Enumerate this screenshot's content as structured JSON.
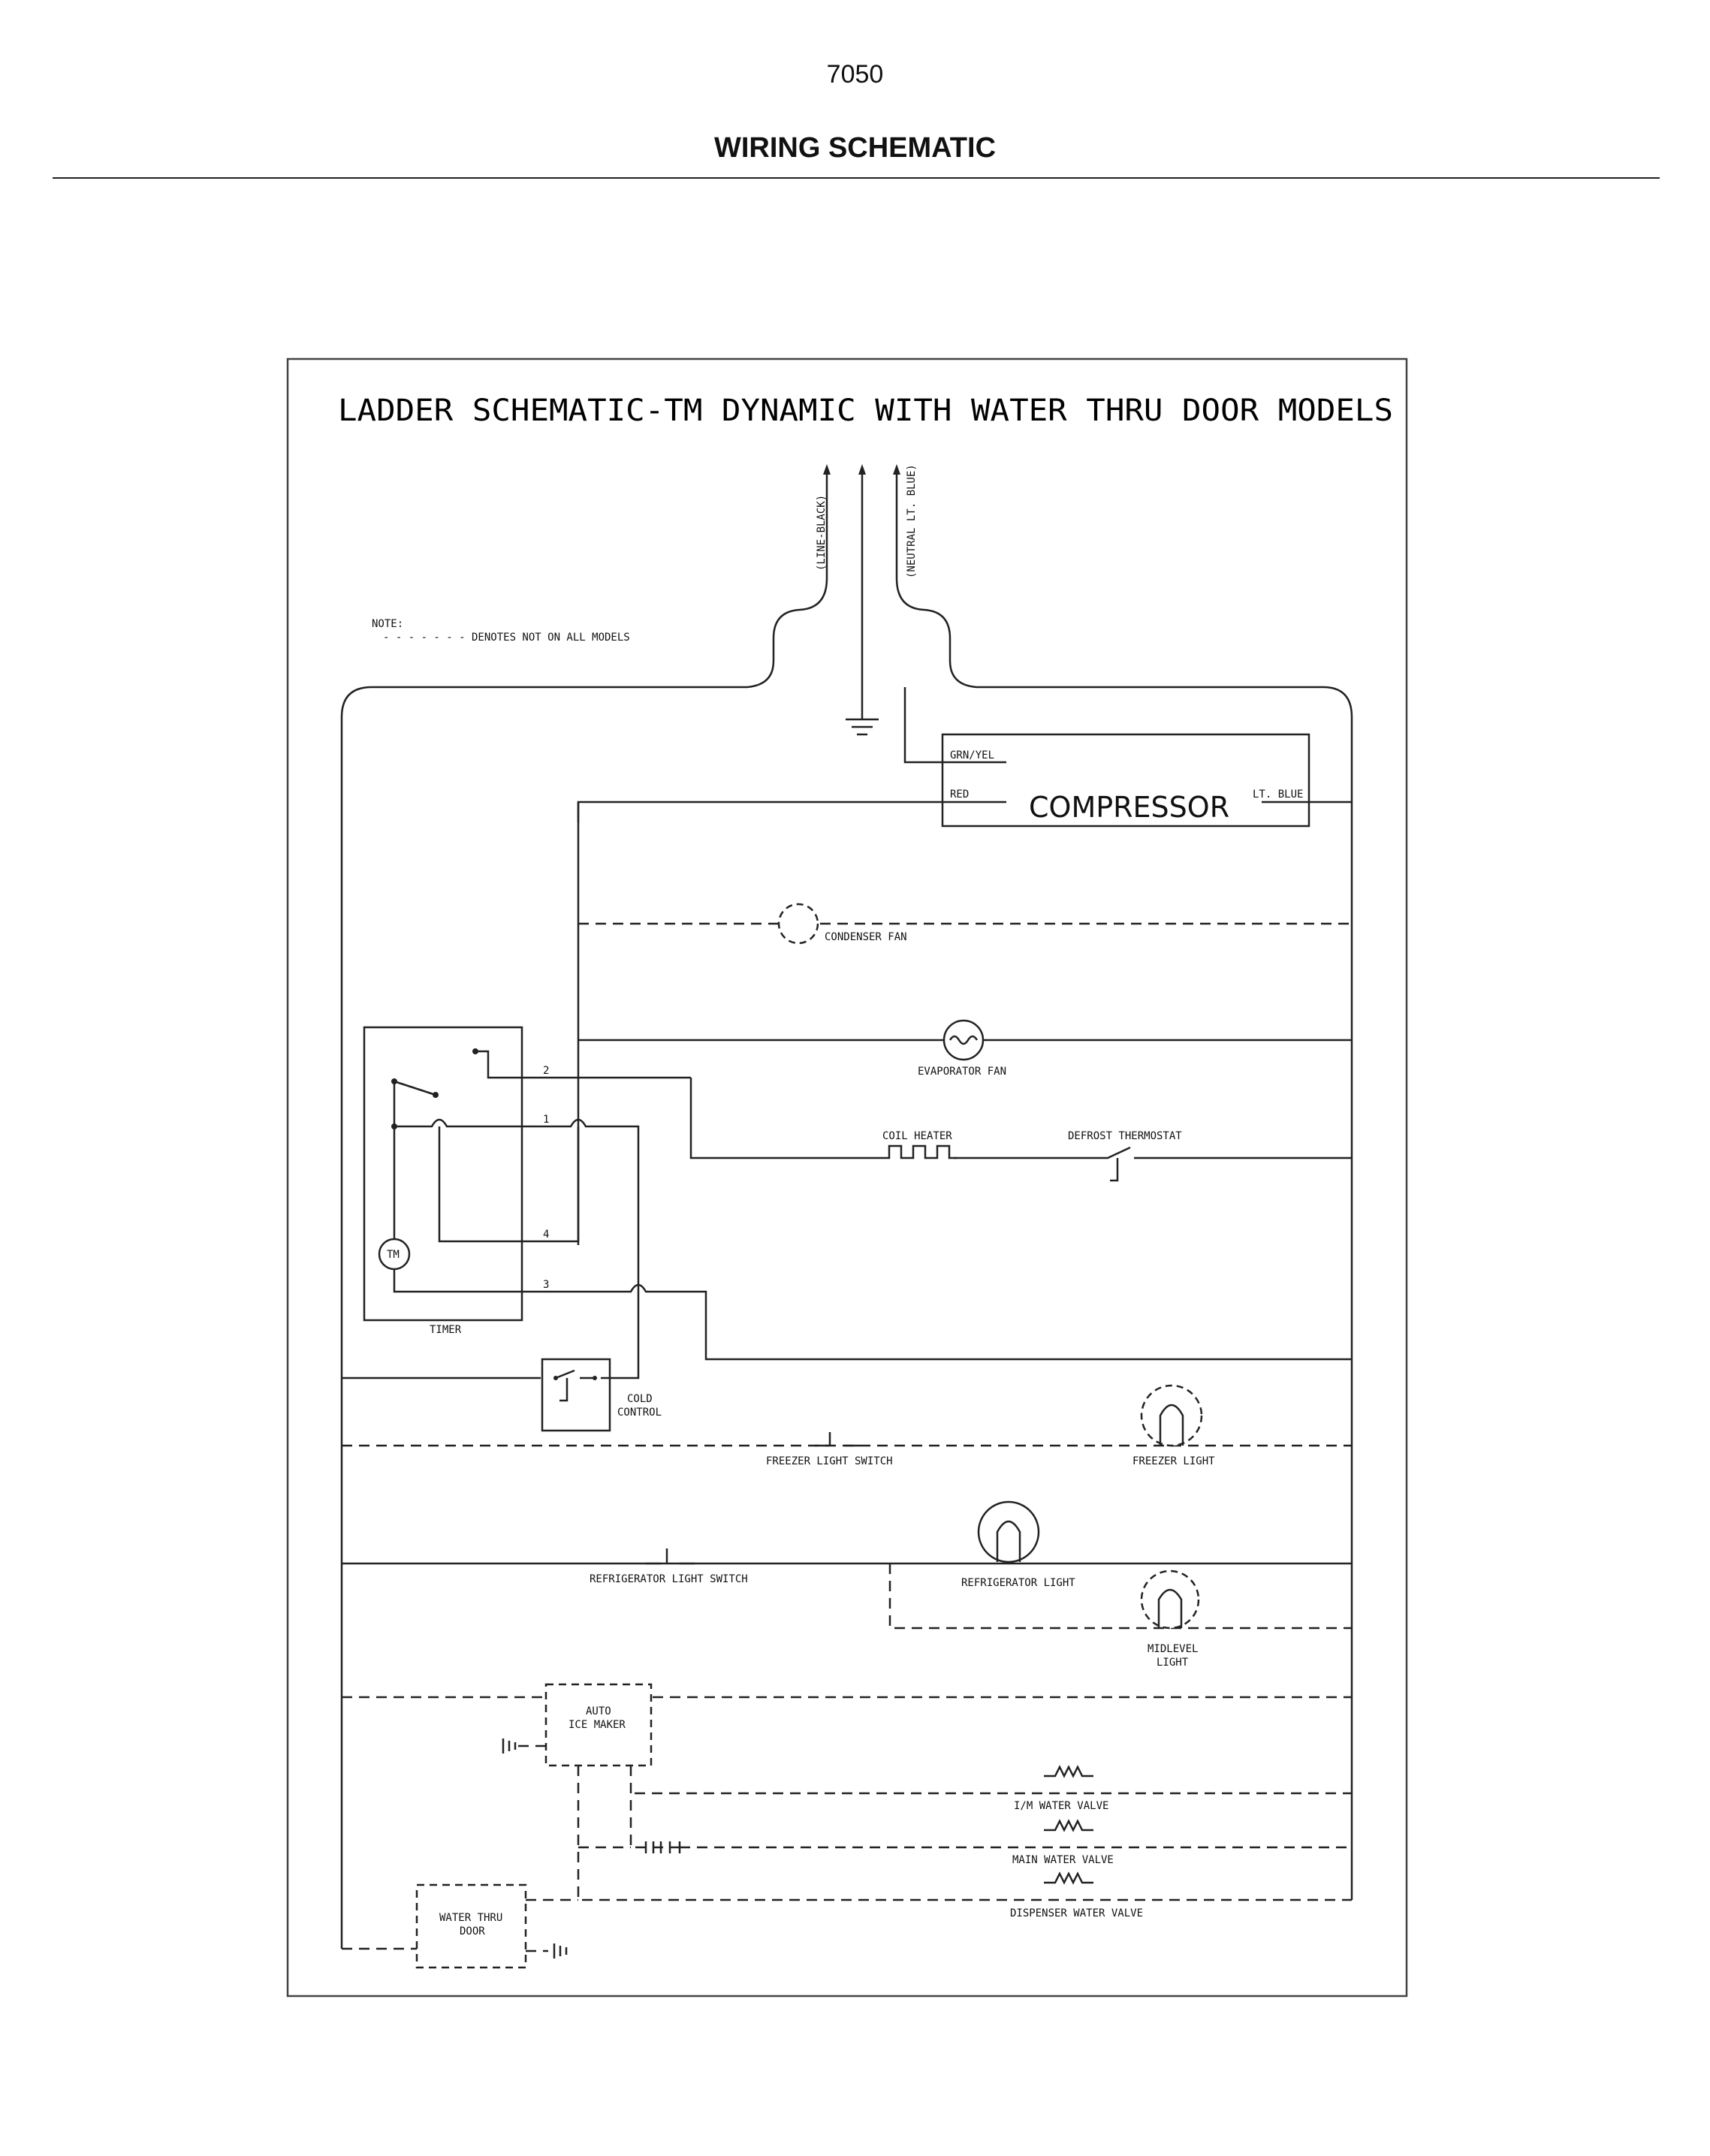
{
  "page": {
    "number": "7050",
    "heading": "WIRING SCHEMATIC"
  },
  "diagram": {
    "title": "LADDER SCHEMATIC-TM DYNAMIC WITH WATER THRU DOOR MODELS",
    "supply": {
      "line_label": "(LINE-BLACK)",
      "neutral_label": "(NEUTRAL LT. BLUE)"
    },
    "note": {
      "heading": "NOTE:",
      "text": "- - - - - - - DENOTES NOT ON ALL MODELS"
    },
    "compressor": {
      "label": "COMPRESSOR",
      "grn_yel": "GRN/YEL",
      "red": "RED",
      "lt_blue": "LT. BLUE"
    },
    "components": {
      "condenser_fan": "CONDENSER FAN",
      "evaporator_fan": "EVAPORATOR FAN",
      "coil_heater": "COIL HEATER",
      "defrost_thermostat": "DEFROST THERMOSTAT",
      "timer": "TIMER",
      "timer_motor": "TM",
      "cold_control": [
        "COLD",
        "CONTROL"
      ],
      "freezer_light_switch": "FREEZER LIGHT SWITCH",
      "freezer_light": "FREEZER LIGHT",
      "refrigerator_light_switch": "REFRIGERATOR LIGHT SWITCH",
      "refrigerator_light": "REFRIGERATOR LIGHT",
      "midlevel_light": [
        "MIDLEVEL",
        "LIGHT"
      ],
      "auto_ice_maker": [
        "AUTO",
        "ICE MAKER"
      ],
      "im_water_valve": "I/M WATER VALVE",
      "main_water_valve": "MAIN WATER VALVE",
      "dispenser_water_valve": "DISPENSER WATER VALVE",
      "water_thru_door": [
        "WATER THRU",
        "DOOR"
      ]
    },
    "timer_terminals": [
      "2",
      "1",
      "4",
      "3"
    ]
  }
}
